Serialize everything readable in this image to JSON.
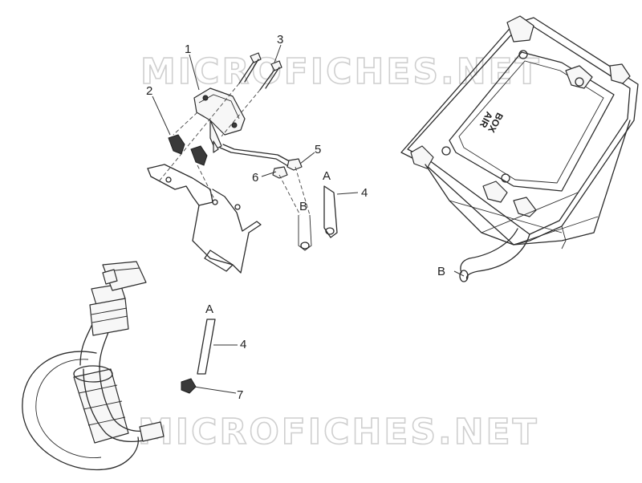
{
  "watermark": {
    "top_text": "MICROFICHES.NET",
    "bottom_text": "MICROFICHES.NET"
  },
  "callouts": {
    "part_1": "1",
    "part_2": "2",
    "part_3": "3",
    "part_4_upper": "4",
    "part_4_lower": "4",
    "part_5": "5",
    "part_6": "6",
    "part_7": "7",
    "letter_a_upper": "A",
    "letter_a_lower": "A",
    "letter_b_middle": "B",
    "letter_b_right": "B"
  },
  "air_box_stamp": {
    "line1": "AIR",
    "line2": "BOX"
  },
  "colors": {
    "line": "#2b2b2b",
    "watermark": "#cfcfcf",
    "background": "#ffffff"
  }
}
